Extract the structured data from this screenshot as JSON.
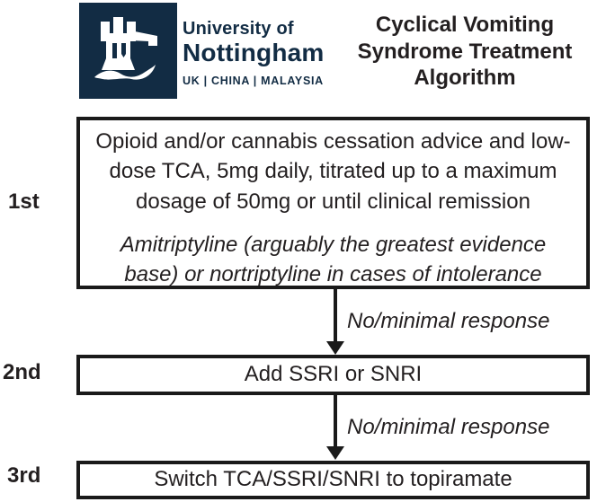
{
  "logo": {
    "university_line1": "University of",
    "university_line2": "Nottingham",
    "campuses": "UK | CHINA | MALAYSIA"
  },
  "title": {
    "lines": [
      "Cyclical Vomiting",
      "Syndrome Treatment",
      "Algorithm"
    ]
  },
  "flowchart": {
    "steps": [
      {
        "label": "1st",
        "main_lines": [
          "Opioid and/or cannabis cessation advice and low-",
          "dose TCA, 5mg daily, titrated up to a maximum",
          "dosage of 50mg or until clinical remission"
        ],
        "note_lines": [
          "Amitriptyline (arguably the greatest evidence",
          "base) or nortriptyline in cases of intolerance"
        ]
      },
      {
        "label": "2nd",
        "text": "Add SSRI or SNRI"
      },
      {
        "label": "3rd",
        "text": "Switch TCA/SSRI/SNRI to topiramate"
      }
    ],
    "connectors": [
      {
        "label": "No/minimal response"
      },
      {
        "label": "No/minimal response"
      }
    ]
  },
  "colors": {
    "brand_navy": "#122C44",
    "text": "#231F20",
    "box_border": "#1A1A1A"
  }
}
